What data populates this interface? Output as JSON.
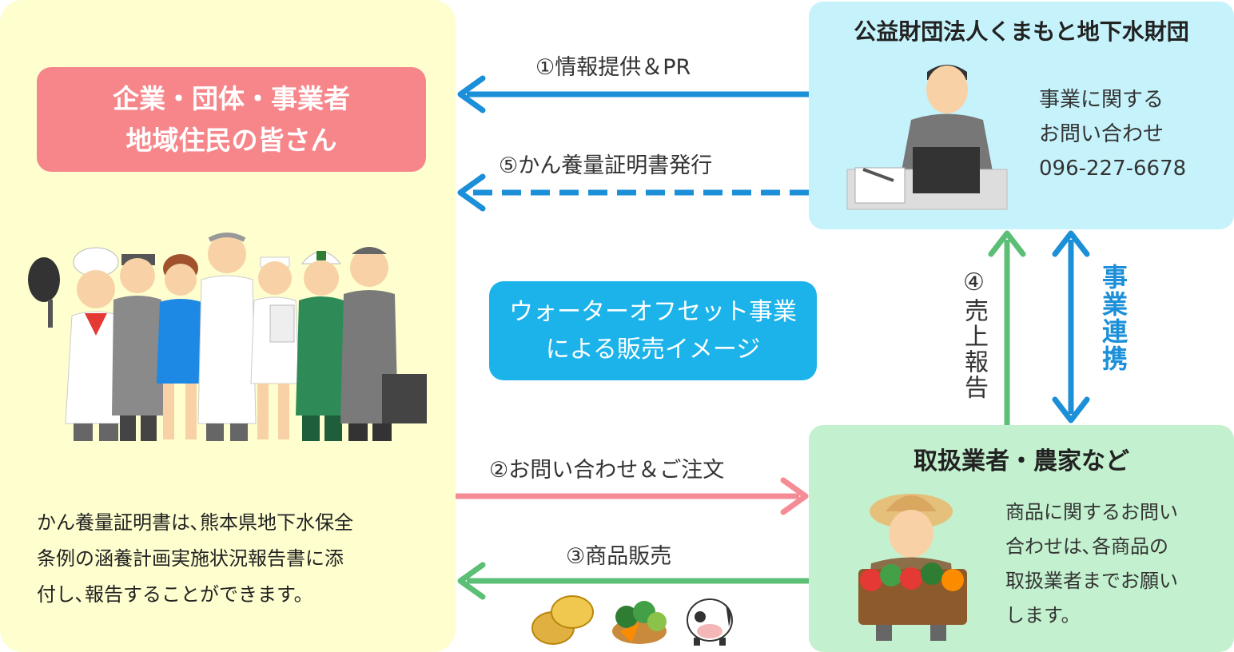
{
  "customer": {
    "line1": "企業・団体・事業者",
    "line2": "地域住民の皆さん"
  },
  "left_note": {
    "line1": "かん養量証明書は､熊本県地下水保全",
    "line2": "条例の涵養計画実施状況報告書に添",
    "line3": "付し､報告することができます。"
  },
  "center": {
    "line1": "ウォーターオフセット事業",
    "line2": "による販売イメージ"
  },
  "foundation": {
    "title": "公益財団法人くまもと地下水財団",
    "contact_line1": "事業に関する",
    "contact_line2": "お問い合わせ",
    "phone": "096-227-6678"
  },
  "dealer": {
    "title": "取扱業者・農家など",
    "note_line1": "商品に関するお問い",
    "note_line2": "合わせは､各商品の",
    "note_line3": "取扱業者までお願い",
    "note_line4": "します。"
  },
  "flows": {
    "f1": "①情報提供＆PR",
    "f2": "②お問い合わせ＆ご注文",
    "f3": "③商品販売",
    "f4": "④売上報告",
    "f5": "⑤かん養量証明書発行",
    "collab": "事業連携"
  },
  "colors": {
    "blue_arrow": "#1b8fd8",
    "pink_arrow": "#f58c95",
    "green_arrow": "#5cbf76",
    "customer_box": "#f6868a",
    "center_box": "#1bb3ea"
  }
}
